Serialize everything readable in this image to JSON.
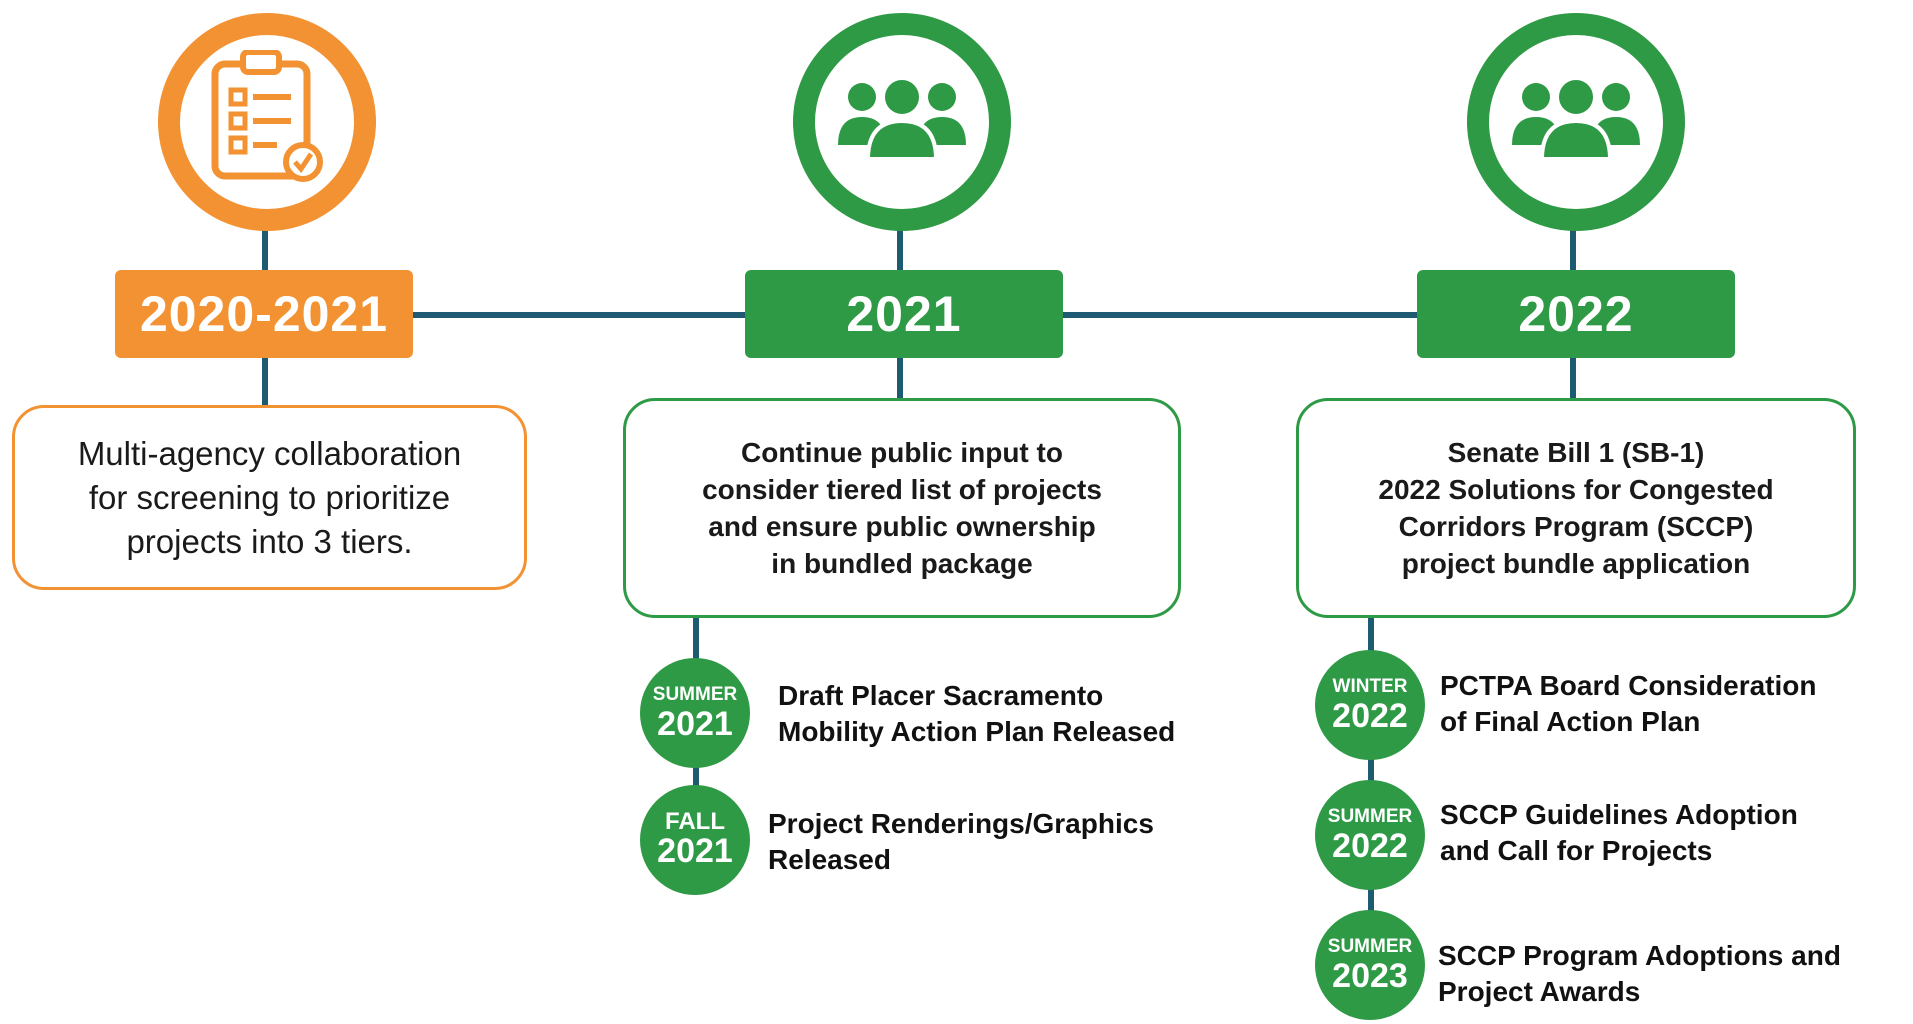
{
  "phases": [
    {
      "year": "2020-2021",
      "icon": "clipboard-checklist-icon",
      "color": "#f39232",
      "description": [
        "Multi-agency collaboration",
        "for screening to prioritize",
        "projects into 3 tiers."
      ]
    },
    {
      "year": "2021",
      "icon": "people-group-icon",
      "color": "#2e9a45",
      "description": [
        "Continue public input to",
        "consider tiered list of projects",
        "and ensure public ownership",
        "in bundled package"
      ]
    },
    {
      "year": "2022",
      "icon": "people-group-icon",
      "color": "#2e9a45",
      "description": [
        "Senate Bill 1 (SB-1)",
        "2022 Solutions for Congested",
        "Corridors Program (SCCP)",
        "project bundle application"
      ]
    }
  ],
  "milestones_2021": [
    {
      "season": "SUMMER",
      "year": "2021",
      "text": [
        "Draft Placer Sacramento",
        "Mobility Action Plan Released"
      ]
    },
    {
      "season": "FALL",
      "year": "2021",
      "text": [
        "Project Renderings/Graphics",
        "Released"
      ]
    }
  ],
  "milestones_2022": [
    {
      "season": "WINTER",
      "year": "2022",
      "text": [
        "PCTPA Board Consideration",
        "of Final Action Plan"
      ]
    },
    {
      "season": "SUMMER",
      "year": "2022",
      "text": [
        "SCCP Guidelines Adoption",
        "and Call for Projects"
      ]
    },
    {
      "season": "SUMMER",
      "year": "2023",
      "text": [
        "SCCP Program Adoptions and",
        "Project Awards"
      ]
    }
  ],
  "colors": {
    "orange": "#f39232",
    "green": "#2e9a45",
    "line": "#1f5a73"
  }
}
